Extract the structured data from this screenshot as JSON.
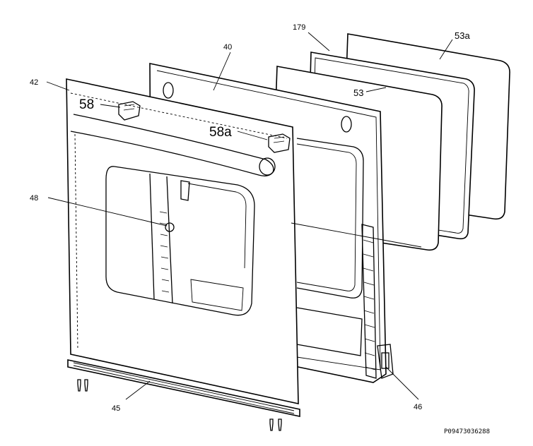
{
  "diagram": {
    "part_labels": {
      "p179": "179",
      "p40": "40",
      "p53a": "53a",
      "p42": "42",
      "p53": "53",
      "p58": "58",
      "p58a": "58a",
      "p48": "48",
      "p45": "45",
      "p46": "46"
    },
    "reference_code": "P09473036288"
  }
}
